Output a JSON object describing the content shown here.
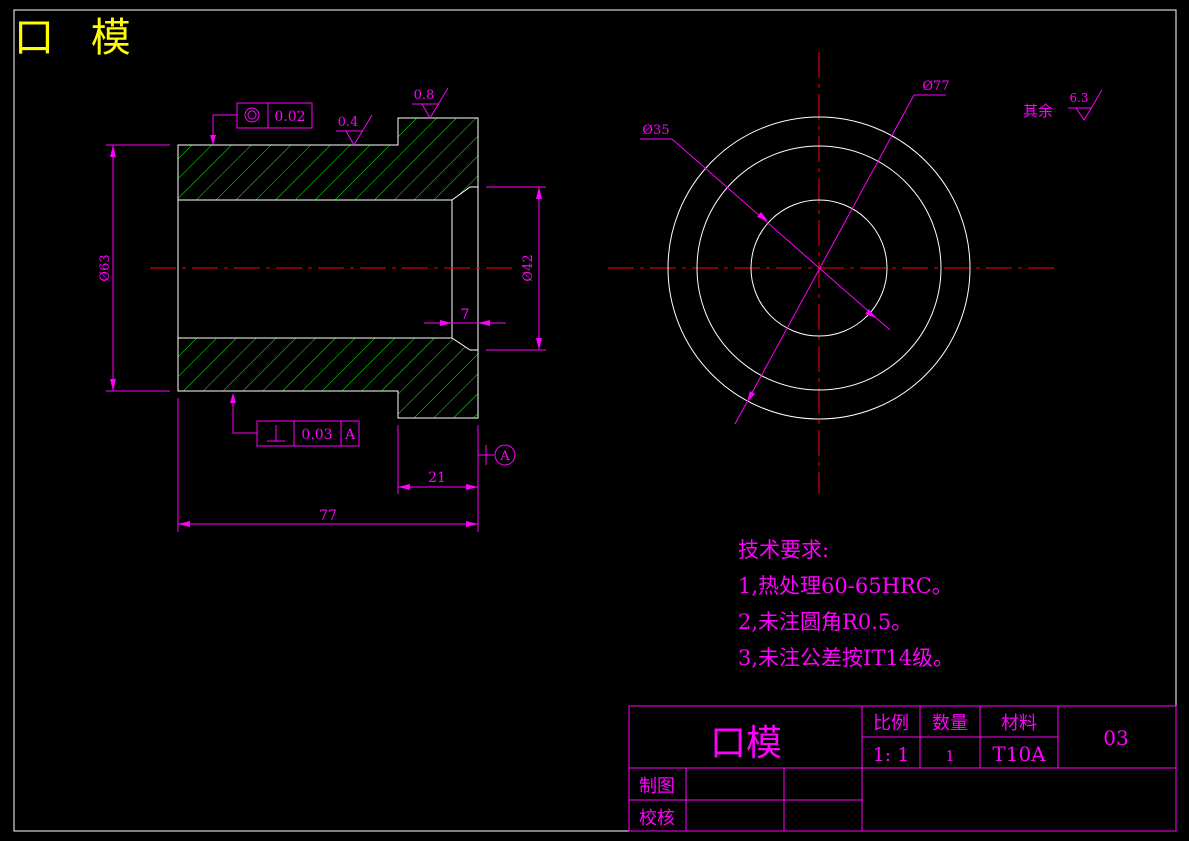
{
  "header": {
    "title": "口 模"
  },
  "front_view": {
    "dim_outer_dia": "Ø63",
    "dim_inner_dia": "Ø42",
    "dim_step_len": "7",
    "dim_flange_len": "21",
    "dim_total_len": "77",
    "roughness_top": "0.8",
    "roughness_body": "0.4",
    "concentricity_tol": "0.02",
    "perpendicularity_tol": "0.03",
    "datum_ref": "A",
    "datum_marker": "A"
  },
  "side_view": {
    "dim_large_dia": "Ø77",
    "dim_small_dia": "Ø35",
    "roughness_rest_label": "其余",
    "roughness_rest_value": "6.3"
  },
  "tech_requirements": {
    "title": "技术要求:",
    "items": [
      "1,热处理60-65HRC。",
      "2,未注圆角R0.5。",
      "3,未注公差按IT14级。"
    ]
  },
  "title_block": {
    "part_name": "口模",
    "scale_label": "比例",
    "scale_value": "1: 1",
    "qty_label": "数量",
    "qty_value": "1",
    "material_label": "材料",
    "material_value": "T10A",
    "drawing_no": "03",
    "drawn_label": "制图",
    "checked_label": "校核"
  },
  "colors": {
    "background": "#000000",
    "outline": "#ffffff",
    "dimension": "#ff00ff",
    "centerline": "#ff0000",
    "hatch": "#00ff00",
    "title": "#ffff00"
  }
}
